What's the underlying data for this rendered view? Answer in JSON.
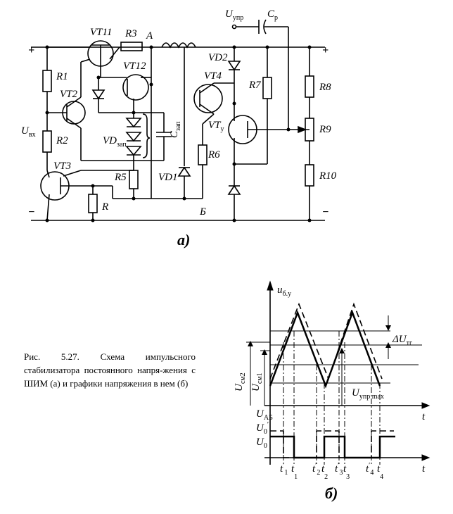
{
  "circuit": {
    "plus_left": "+",
    "plus_right": "+",
    "minus_left": "−",
    "minus_right": "−",
    "u_vx_main": "U",
    "u_vx_sub": "вх",
    "u_upr_main": "U",
    "u_upr_sub": "упр",
    "cp_main": "C",
    "cp_sub": "р",
    "vt11": "VT11",
    "r3": "R3",
    "node_a": "A",
    "vt12": "VT12",
    "vd2": "VD2",
    "vt4": "VT4",
    "r1": "R1",
    "vt2": "VT2",
    "r2": "R2",
    "vt3": "VT3",
    "r5": "R5",
    "r": "R",
    "vd_zap_main": "VD",
    "vd_zap_sub": "зап",
    "c_zap_main": "C",
    "c_zap_sub": "зап",
    "vd1": "VD1",
    "r6": "R6",
    "node_b": "Б",
    "r7": "R7",
    "vty_main": "VT",
    "vty_sub": "у",
    "r8": "R8",
    "r9": "R9",
    "r10": "R10",
    "fig_label": "а)"
  },
  "graph": {
    "u_by_main": "u",
    "u_by_sub": "б.у",
    "delta_u_main": "ΔU",
    "delta_u_sub": "тг",
    "u_cm2_main": "U",
    "u_cm2_sub": "см2",
    "u_cm1_main": "U",
    "u_cm1_sub": "см1",
    "u_upr_max_main": "U",
    "u_upr_max_sub": "упр max",
    "u_ab_main": "U",
    "u_ab_sub": "АБ",
    "u0p_main": "U",
    "u0p_sub": "0",
    "u0p_prime": "′",
    "u0_main": "U",
    "u0_sub": "0",
    "t_axis_top": "t",
    "t_axis_bottom": "t",
    "t_labels": [
      "t",
      "t",
      "t",
      "t",
      "t",
      "t",
      "t",
      "t"
    ],
    "t_subs": [
      "1",
      "1",
      "2",
      "2",
      "3",
      "3",
      "4",
      "4"
    ],
    "t_primes": [
      "′",
      "",
      "′",
      "",
      "′",
      "",
      "′",
      ""
    ],
    "fig_label": "б)"
  },
  "caption": {
    "text": "Рис. 5.27. Схема импульсного стабилизатора постоянного напря-жения с ШИМ (а) и графики напряжения в нем (б)"
  }
}
